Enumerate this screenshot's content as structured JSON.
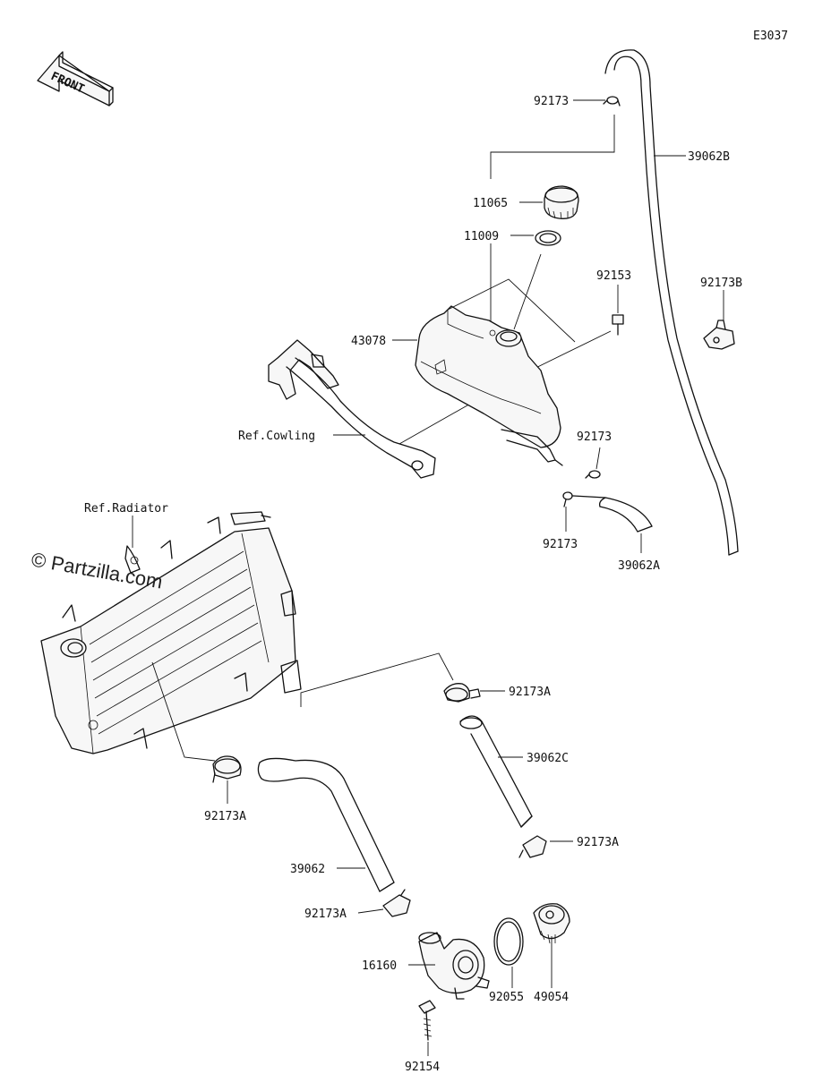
{
  "diagram_code": "E3037",
  "front_label": "FRONT",
  "watermark": "© Partzilla.com",
  "parts": {
    "p_92173_top": "92173",
    "p_39062B": "39062B",
    "p_11065": "11065",
    "p_11009": "11009",
    "p_92153": "92153",
    "p_92173B": "92173B",
    "p_43078": "43078",
    "p_ref_cowling": "Ref.Cowling",
    "p_92173_mid": "92173",
    "p_92173_low": "92173",
    "p_39062A": "39062A",
    "p_ref_radiator": "Ref.Radiator",
    "p_92173A_1": "92173A",
    "p_39062C": "39062C",
    "p_92173A_2": "92173A",
    "p_92173A_3": "92173A",
    "p_39062": "39062",
    "p_92173A_4": "92173A",
    "p_16160": "16160",
    "p_92055": "92055",
    "p_49054": "49054",
    "p_92154": "92154"
  }
}
